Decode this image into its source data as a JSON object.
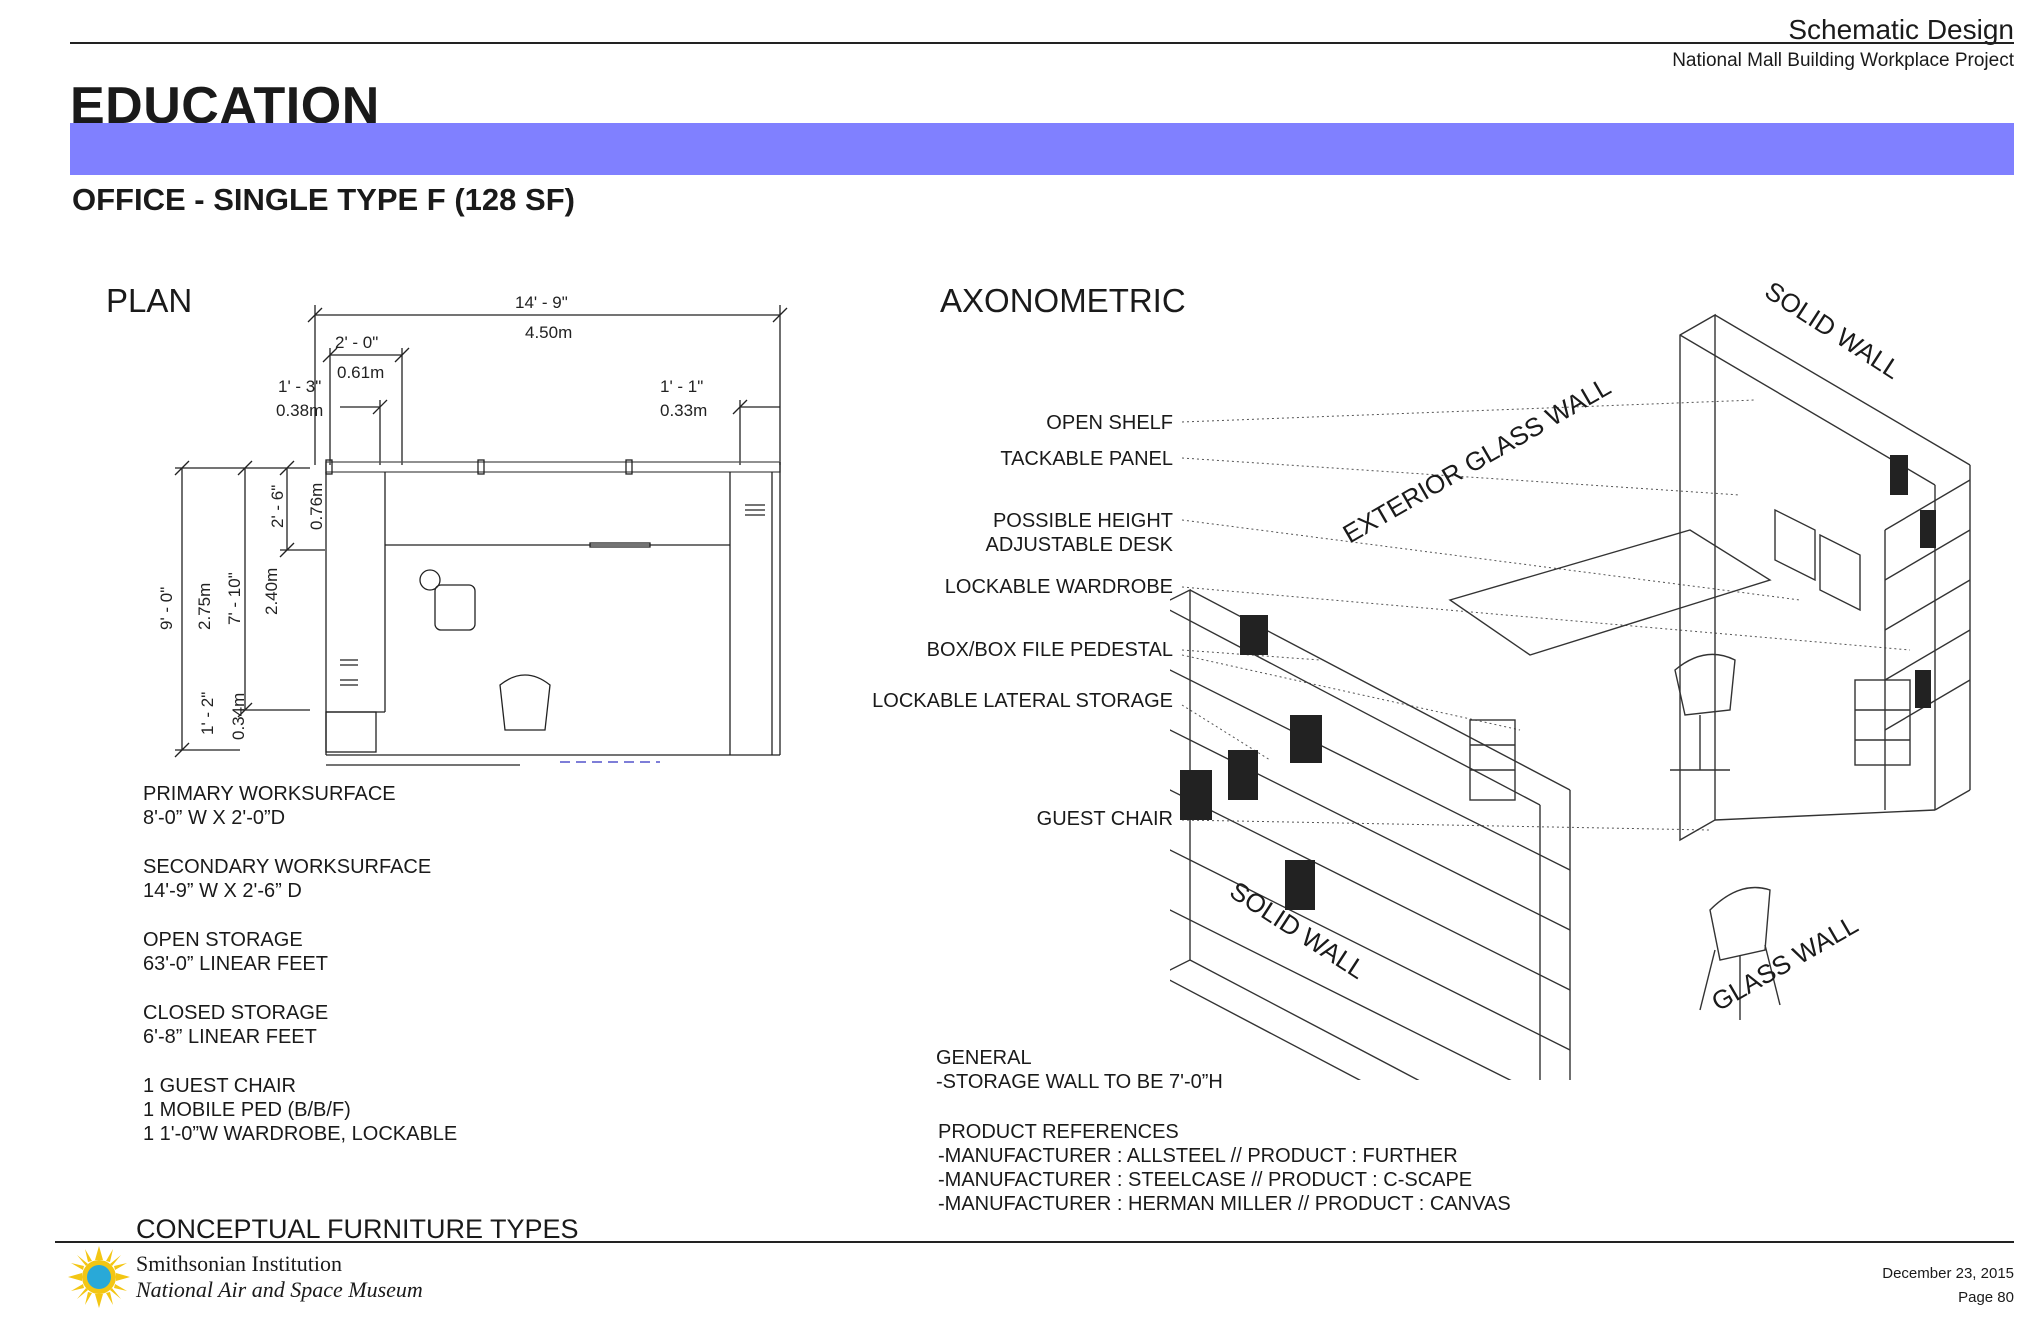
{
  "header": {
    "title": "Schematic Design",
    "project": "National Mall Building Workplace Project"
  },
  "section_title": "EDUCATION",
  "band_color": "#8080ff",
  "room_title": "OFFICE - SINGLE TYPE F (128 SF)",
  "plan": {
    "title": "PLAN",
    "dims": {
      "overall_ft": "14' - 9\"",
      "overall_m": "4.50m",
      "left_ft": "2' - 0\"",
      "left_m": "0.61m",
      "left2_ft": "1' - 3\"",
      "left2_m": "0.38m",
      "right_ft": "1' - 1\"",
      "right_m": "0.33m",
      "height_ft": "9' - 0\"",
      "height_m": "2.75m",
      "height2_ft": "7' - 10\"",
      "height2_m": "2.40m",
      "top_ft": "2' - 6\"",
      "top_m": "0.76m",
      "bottom_ft": "1' - 2\"",
      "bottom_m": "0.34m"
    }
  },
  "specs": [
    {
      "label": "PRIMARY WORKSURFACE",
      "value": "8'-0” W X 2'-0”D"
    },
    {
      "label": "SECONDARY WORKSURFACE",
      "value": "14'-9” W X 2'-6” D"
    },
    {
      "label": "OPEN STORAGE",
      "value": "63'-0” LINEAR FEET"
    },
    {
      "label": "CLOSED STORAGE",
      "value": "6'-8” LINEAR FEET"
    }
  ],
  "furniture_list": [
    "1 GUEST CHAIR",
    "1 MOBILE PED (B/B/F)",
    "1 1'-0”W WARDROBE, LOCKABLE"
  ],
  "axonometric": {
    "title": "AXONOMETRIC",
    "callouts": [
      "OPEN SHELF",
      "TACKABLE PANEL",
      "POSSIBLE HEIGHT",
      "ADJUSTABLE DESK",
      "LOCKABLE WARDROBE",
      "BOX/BOX FILE PEDESTAL",
      "LOCKABLE LATERAL STORAGE",
      "GUEST CHAIR"
    ],
    "wall_labels": {
      "solid_top": "SOLID WALL",
      "exterior_glass": "EXTERIOR GLASS WALL",
      "solid_bottom": "SOLID WALL",
      "glass": "GLASS WALL"
    }
  },
  "general": {
    "label": "GENERAL",
    "note": "-STORAGE WALL TO BE 7'-0”H"
  },
  "product_refs": {
    "label": "PRODUCT REFERENCES",
    "items": [
      "-MANUFACTURER : ALLSTEEL // PRODUCT : FURTHER",
      "-MANUFACTURER : STEELCASE // PRODUCT : C-SCAPE",
      "-MANUFACTURER : HERMAN MILLER // PRODUCT : CANVAS"
    ]
  },
  "footer": {
    "section": "CONCEPTUAL FURNITURE TYPES",
    "org": "Smithsonian Institution",
    "museum": "National Air and Space Museum",
    "date": "December 23, 2015",
    "page": "Page 80",
    "logo_colors": {
      "sun": "#f3c613",
      "globe": "#29a9d8"
    }
  }
}
